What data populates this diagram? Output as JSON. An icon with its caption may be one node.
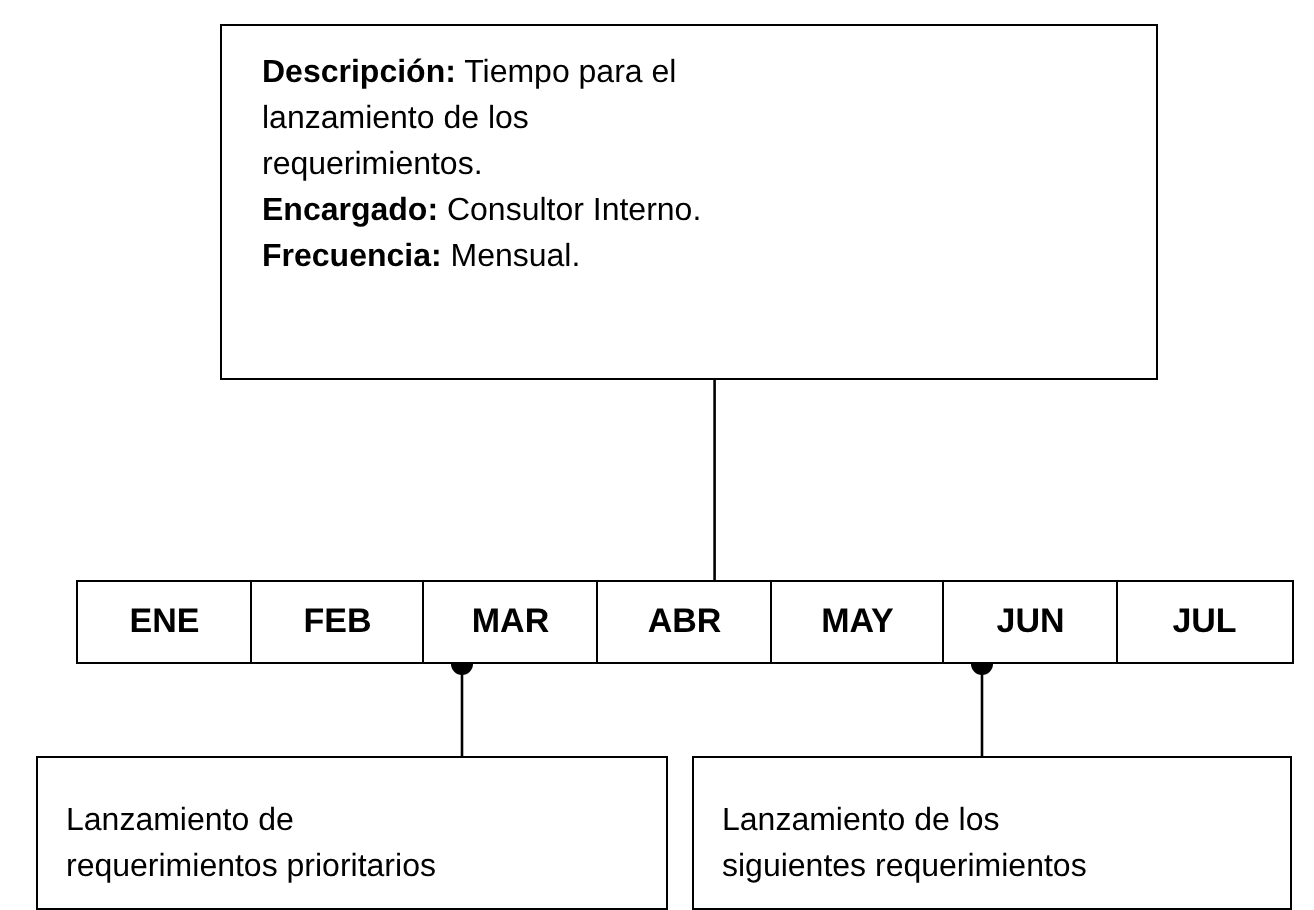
{
  "diagram": {
    "nodes": [
      {
        "text": [
          "**Descripción:** Tiempo para el lanzamiento de los requerimientos.",
          "**Encargado:** Consultor Interno.",
          "**Frecuencia:** Mensual."
        ]
      },
      {
        "text": [
          "ENE"
        ]
      },
      {
        "text": [
          "FEB"
        ]
      },
      {
        "text": [
          "MAR"
        ]
      },
      {
        "text": [
          "ABR"
        ]
      },
      {
        "text": [
          "MAY"
        ]
      },
      {
        "text": [
          "JUN"
        ]
      },
      {
        "text": [
          "JUL"
        ]
      },
      {
        "text": [
          "Lanzamiento de requerimientos prioritarios"
        ]
      },
      {
        "text": [
          "Lanzamiento de los siguientes requerimientos"
        ]
      }
    ],
    "edges": [
      {
        "from": 0,
        "to": 4,
        "arrow": "none"
      },
      {
        "from": 8,
        "to": 3,
        "arrow": "other"
      },
      {
        "from": 9,
        "to": 6,
        "arrow": "other"
      }
    ]
  }
}
